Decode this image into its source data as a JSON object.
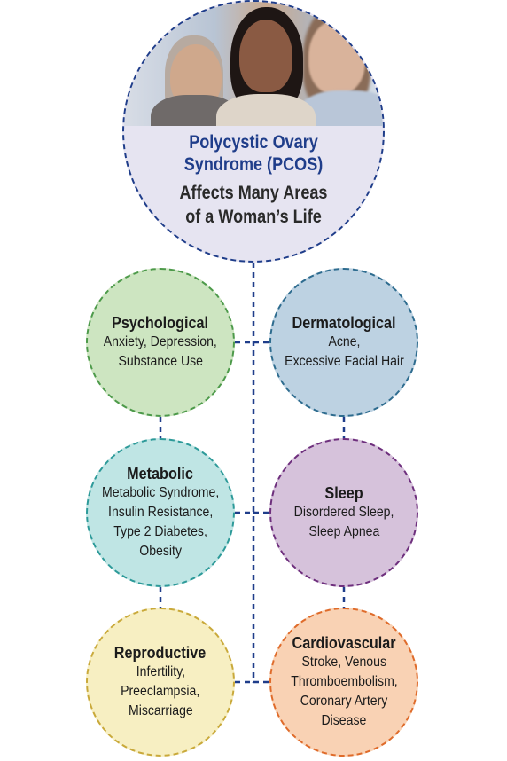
{
  "main": {
    "title_lines": [
      "Polycystic Ovary",
      "Syndrome (PCOS)"
    ],
    "subtitle_lines": [
      "Affects Many Areas",
      "of a Woman’s Life"
    ],
    "border_color": "#1f3d8a",
    "fill_color": "#e6e4f1"
  },
  "areas": [
    {
      "id": "psychological",
      "title": "Psychological",
      "lines": [
        "Anxiety, Depression,",
        "Substance Use"
      ],
      "border_color": "#4d9a4a",
      "fill_color": "#cde5c1"
    },
    {
      "id": "dermatological",
      "title": "Dermatological",
      "lines": [
        "Acne,",
        "Excessive Facial Hair"
      ],
      "border_color": "#2e6c8f",
      "fill_color": "#bdd2e2"
    },
    {
      "id": "metabolic",
      "title": "Metabolic",
      "lines": [
        "Metabolic Syndrome,",
        "Insulin Resistance,",
        "Type 2 Diabetes,",
        "Obesity"
      ],
      "border_color": "#2d9a99",
      "fill_color": "#bfe5e4"
    },
    {
      "id": "sleep",
      "title": "Sleep",
      "lines": [
        "Disordered Sleep,",
        "Sleep Apnea"
      ],
      "border_color": "#6e2f7d",
      "fill_color": "#d6c2db"
    },
    {
      "id": "reproductive",
      "title": "Reproductive",
      "lines": [
        "Infertility,",
        "Preeclampsia,",
        "Miscarriage"
      ],
      "border_color": "#c9a93a",
      "fill_color": "#f7efc2"
    },
    {
      "id": "cardiovascular",
      "title": "Cardiovascular",
      "lines": [
        "Stroke, Venous",
        "Thromboembolism,",
        "Coronary Artery",
        "Disease"
      ],
      "border_color": "#df6b2a",
      "fill_color": "#f9d2b4"
    }
  ],
  "connector_color": "#1f3d8a"
}
